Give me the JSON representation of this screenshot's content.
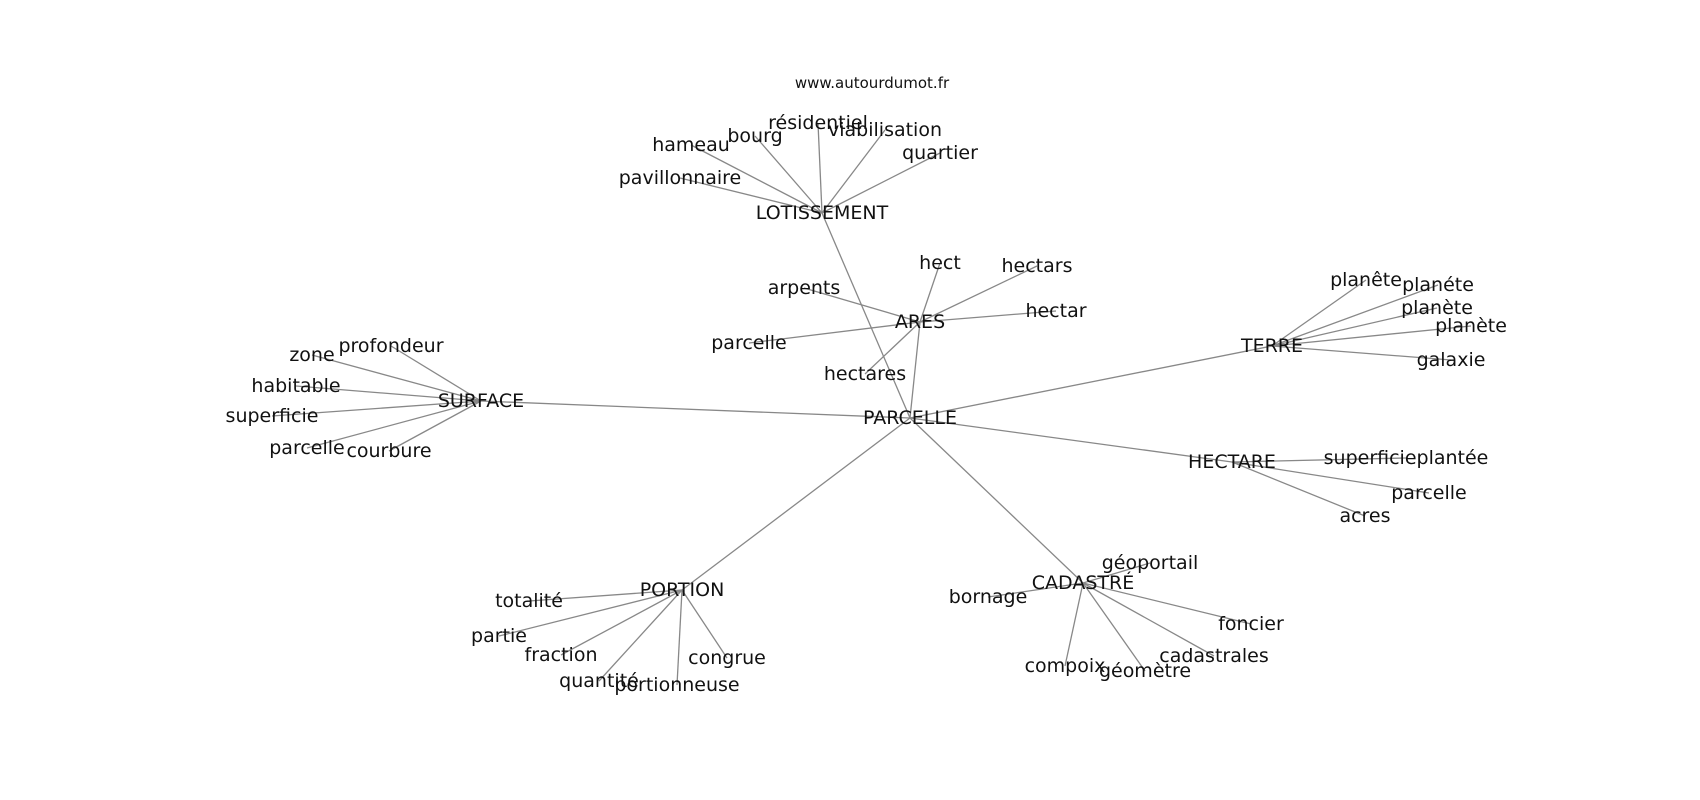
{
  "source": "www.autourdumot.fr",
  "root": "PARCELLE",
  "hubs": [
    {
      "id": "lotissement",
      "label": "LOTISSEMENT",
      "leaves": [
        "résidentiel",
        "viabilisation",
        "bourg",
        "hameau",
        "quartier",
        "pavillonnaire"
      ]
    },
    {
      "id": "ares",
      "label": "ARES",
      "leaves": [
        "hect",
        "hectars",
        "arpents",
        "hectar",
        "parcelle",
        "hectares"
      ]
    },
    {
      "id": "terre",
      "label": "TERRE",
      "leaves": [
        "planête",
        "planéte",
        "planète",
        "planète",
        "galaxie"
      ]
    },
    {
      "id": "surface",
      "label": "SURFACE",
      "leaves": [
        "profondeur",
        "zone",
        "habitable",
        "superficie",
        "parcelle",
        "courbure"
      ]
    },
    {
      "id": "hectare",
      "label": "HECTARE",
      "leaves": [
        "superficieplantée",
        "parcelle",
        "acres"
      ]
    },
    {
      "id": "portion",
      "label": "PORTION",
      "leaves": [
        "totalité",
        "partie",
        "fraction",
        "quantité",
        "portionneuse",
        "congrue"
      ]
    },
    {
      "id": "cadastre",
      "label": "CADASTRÉ",
      "leaves": [
        "géoportail",
        "bornage",
        "foncier",
        "cadastrales",
        "compoix",
        "géomètre"
      ]
    }
  ]
}
